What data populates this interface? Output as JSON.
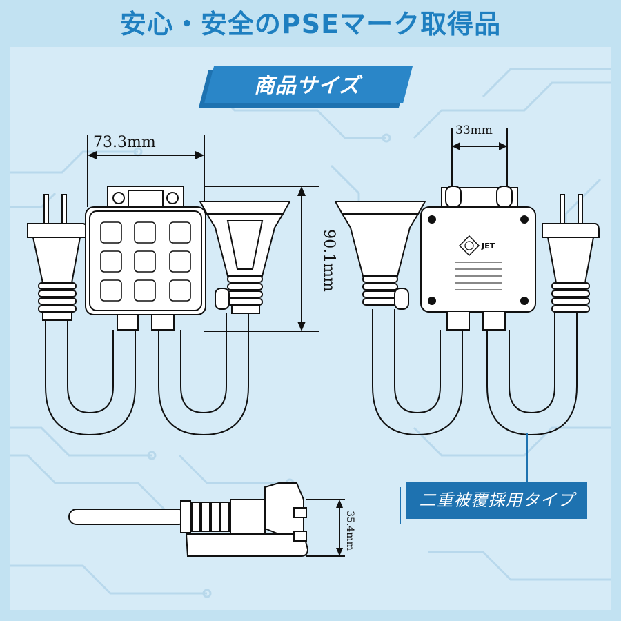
{
  "header": {
    "title": "安心・安全のPSEマーク取得品"
  },
  "section": {
    "banner": "商品サイズ"
  },
  "dimensions": {
    "width": "73.3mm",
    "height": "90.1mm",
    "depth": "33mm",
    "thickness": "35.4mm"
  },
  "label_plate": {
    "mark": "JET"
  },
  "cable_badge": {
    "label": "二重被覆採用タイプ"
  },
  "colors": {
    "title_blue": "#1e7fc0",
    "badge_blue": "#1e72b0",
    "banner_blue": "#2a86c8",
    "background": "#c2e2f2"
  },
  "icons": [
    "plug-icon",
    "outlet-icon",
    "pse-mark-icon",
    "cable-icon"
  ]
}
